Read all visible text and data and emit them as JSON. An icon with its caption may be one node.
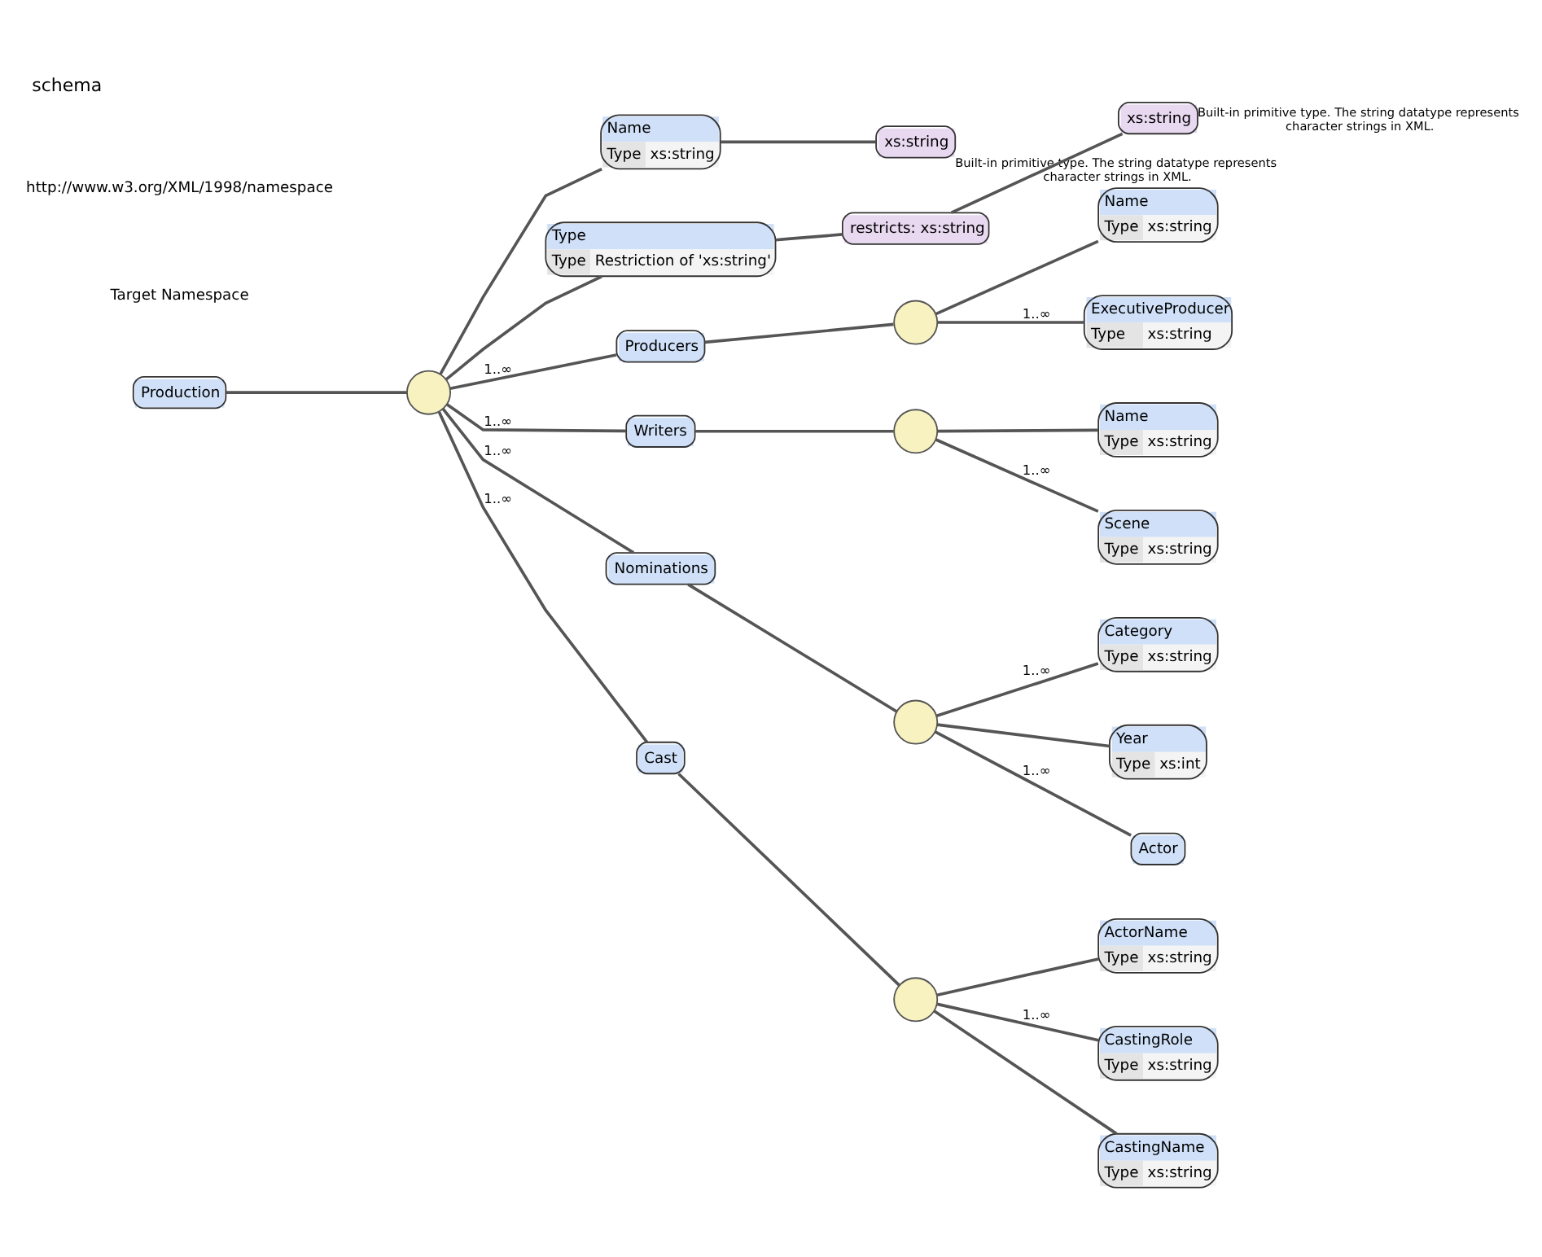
{
  "diagram": {
    "title": "schema",
    "nodes": [
      {
        "text": [
          "Production"
        ]
      },
      {
        "text": [],
        "shape": "circle"
      },
      {
        "text": [
          "Name",
          "Type",
          "xs:string"
        ]
      },
      {
        "text": [
          "xs:string"
        ],
        "beside": [
          "Built-in primitive type. The string datatype represents character strings in XML."
        ]
      },
      {
        "text": [
          "Type",
          "Type",
          "Restriction of 'xs:string'"
        ]
      },
      {
        "text": [
          "restricts: xs:string"
        ]
      },
      {
        "text": [
          "xs:string"
        ],
        "beside": [
          "Built-in primitive type. The string datatype represents character strings in XML."
        ]
      },
      {
        "text": [
          "Producers"
        ]
      },
      {
        "text": [],
        "shape": "circle"
      },
      {
        "text": [
          "Name",
          "Type",
          "xs:string"
        ]
      },
      {
        "text": [
          "ExecutiveProducer",
          "Type",
          "xs:string"
        ]
      },
      {
        "text": [
          "Writers"
        ]
      },
      {
        "text": [],
        "shape": "circle"
      },
      {
        "text": [
          "Name",
          "Type",
          "xs:string"
        ]
      },
      {
        "text": [
          "Scene",
          "Type",
          "xs:string"
        ]
      },
      {
        "text": [
          "Nominations"
        ]
      },
      {
        "text": [],
        "shape": "circle"
      },
      {
        "text": [
          "Category",
          "Type",
          "xs:string"
        ]
      },
      {
        "text": [
          "Year",
          "Type",
          "xs:int"
        ]
      },
      {
        "text": [
          "Actor"
        ]
      },
      {
        "text": [
          "Cast"
        ]
      },
      {
        "text": [],
        "shape": "circle"
      },
      {
        "text": [
          "ActorName",
          "Type",
          "xs:string"
        ]
      },
      {
        "text": [
          "CastingRole",
          "Type",
          "xs:string"
        ]
      },
      {
        "text": [
          "CastingName",
          "Type",
          "xs:string"
        ]
      }
    ],
    "edges": [
      {
        "from": 0,
        "to": 1,
        "arrow": "none"
      },
      {
        "from": 1,
        "to": 2,
        "arrow": "none"
      },
      {
        "from": 1,
        "to": 4,
        "arrow": "none"
      },
      {
        "from": 1,
        "to": 7,
        "arrow": "none",
        "label": "1..∞"
      },
      {
        "from": 1,
        "to": 11,
        "arrow": "none",
        "label": "1..∞"
      },
      {
        "from": 1,
        "to": 15,
        "arrow": "none",
        "label": "1..∞"
      },
      {
        "from": 1,
        "to": 20,
        "arrow": "none",
        "label": "1..∞"
      },
      {
        "from": 2,
        "to": 3,
        "arrow": "none"
      },
      {
        "from": 4,
        "to": 5,
        "arrow": "none"
      },
      {
        "from": 5,
        "to": 6,
        "arrow": "none"
      },
      {
        "from": 7,
        "to": 8,
        "arrow": "none"
      },
      {
        "from": 8,
        "to": 9,
        "arrow": "none"
      },
      {
        "from": 8,
        "to": 10,
        "arrow": "none",
        "label": "1..∞"
      },
      {
        "from": 11,
        "to": 12,
        "arrow": "none"
      },
      {
        "from": 12,
        "to": 13,
        "arrow": "none"
      },
      {
        "from": 12,
        "to": 14,
        "arrow": "none",
        "label": "1..∞"
      },
      {
        "from": 15,
        "to": 16,
        "arrow": "none"
      },
      {
        "from": 16,
        "to": 17,
        "arrow": "none",
        "label": "1..∞"
      },
      {
        "from": 16,
        "to": 18,
        "arrow": "none"
      },
      {
        "from": 16,
        "to": 19,
        "arrow": "none",
        "label": "1..∞"
      },
      {
        "from": 20,
        "to": 21,
        "arrow": "none"
      },
      {
        "from": 21,
        "to": 22,
        "arrow": "none"
      },
      {
        "from": 21,
        "to": 23,
        "arrow": "none",
        "label": "1..∞"
      },
      {
        "from": 21,
        "to": 24,
        "arrow": "none"
      }
    ],
    "labels": [
      "Target Namespace",
      "http://www.w3.org/XML/1998/namespace"
    ]
  }
}
